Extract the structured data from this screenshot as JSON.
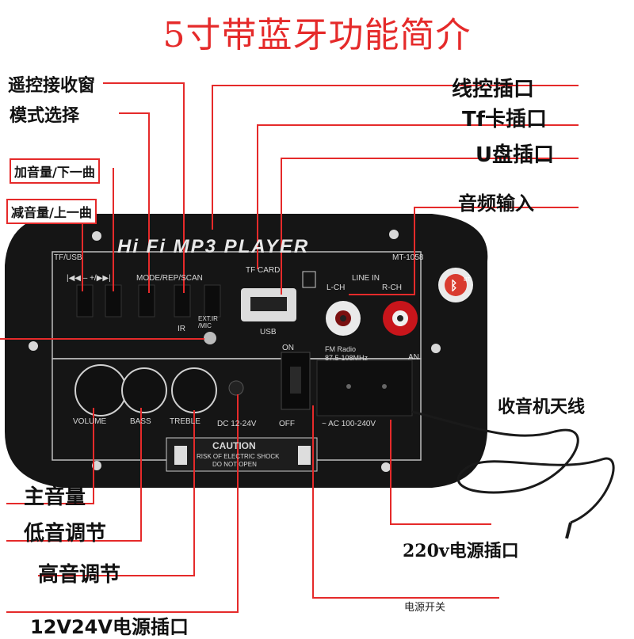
{
  "title": "5寸带蓝牙功能简介",
  "labels": {
    "remote_receiver": "遥控接收窗",
    "mode_select": "模式选择",
    "vol_up_next": "加音量/下一曲",
    "vol_down_prev": "减音量/上一曲",
    "wire_control": "线控插口",
    "tf_slot": "Tf卡插口",
    "usb_slot": "U盘插口",
    "audio_input": "音频输入",
    "radio_antenna": "收音机天线",
    "main_volume": "主音量",
    "bass_adjust": "低音调节",
    "treble_adjust": "高音调节",
    "dc_power": "12V24V电源插口",
    "ac_power": "220v电源插口",
    "power_switch": "电源开关"
  },
  "panel": {
    "brand": "Hi Fi  MP3 PLAYER",
    "model": "MT-1058",
    "tf_usb": "TF/USB",
    "prev_next": "|◀◀ – +/▶▶|",
    "mode_rep_scan": "MODE/REP/SCAN",
    "tf_card": "TF CARD",
    "usb": "USB",
    "ir": "IR",
    "ext_ir_mic": "EXT.IR /MIC",
    "line_in": "LINE IN",
    "l_ch": "L-CH",
    "r_ch": "R-CH",
    "on": "ON",
    "off": "OFF",
    "fm_radio": "FM Radio",
    "fm_range": "87.5-108MHz",
    "an": "AN",
    "volume": "VOLUME",
    "bass": "BASS",
    "treble": "TREBLE",
    "dc_range": "DC 12-24V",
    "ac_range": "~ AC 100-240V",
    "caution": "CAUTION",
    "caution_line1": "RISK OF ELECTRIC SHOCK",
    "caution_line2": "DO NOT OPEN",
    "bt": "BT"
  },
  "colors": {
    "title_red": "#e52a2a",
    "leader_red": "#e52a2a",
    "panel_black": "#141414"
  }
}
